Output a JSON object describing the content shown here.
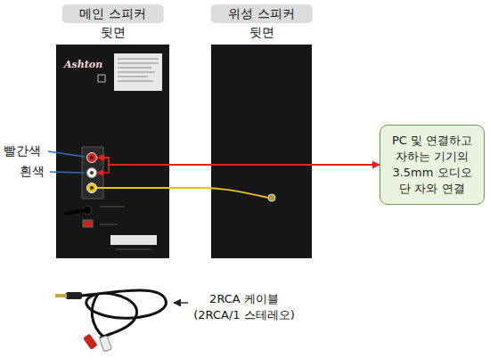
{
  "diagram": {
    "nodes": [
      {
        "text": [
          "메인 스피커",
          "뒷면"
        ]
      },
      {
        "text": [
          "위성 스피커",
          "뒷면"
        ]
      },
      {
        "text": [
          "PC 및 연결하고 자하는 기기의 3.5mm 오디오 단 자와 연결"
        ]
      }
    ],
    "edges": [
      {
        "from": 0,
        "to": 2,
        "arrow": "both"
      },
      {
        "from": 0,
        "to": 1,
        "arrow": "none"
      }
    ],
    "labels": [
      "Ashton",
      "빨간색",
      "흰색",
      "2RCA 케이블 (2RCA/1 스테레오)"
    ]
  }
}
